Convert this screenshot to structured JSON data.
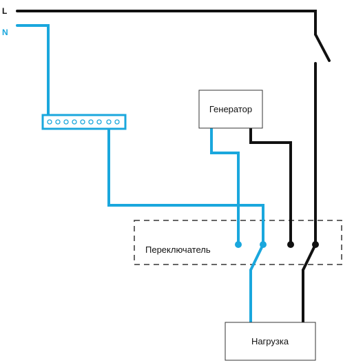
{
  "labels": {
    "line_L": "L",
    "line_N": "N",
    "generator": "Генератор",
    "switch": "Переключатель",
    "load": "Нагрузка"
  },
  "colors": {
    "neutral_wire": "#1aa7dd",
    "phase_wire": "#111111",
    "box_border": "#333333",
    "background": "#ffffff"
  }
}
